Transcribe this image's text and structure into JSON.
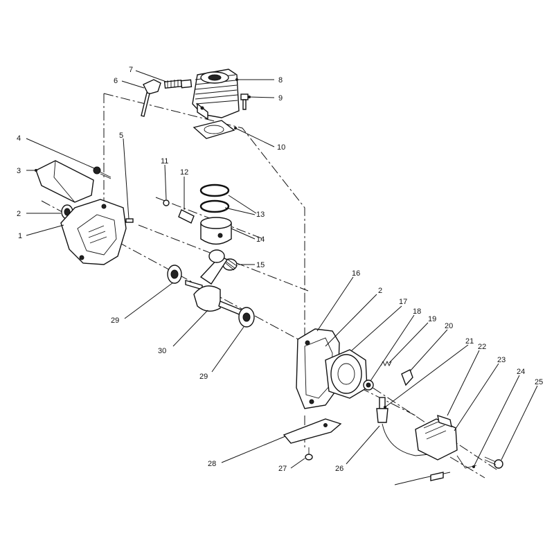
{
  "labels": {
    "l1": "1",
    "l2a": "2",
    "l2b": "2",
    "l3": "3",
    "l4": "4",
    "l5": "5",
    "l6": "6",
    "l7": "7",
    "l8": "8",
    "l9": "9",
    "l10": "10",
    "l11": "11",
    "l12": "12",
    "l13": "13",
    "l14": "14",
    "l15": "15",
    "l16": "16",
    "l17": "17",
    "l18": "18",
    "l19": "19",
    "l20": "20",
    "l21": "21",
    "l22": "22",
    "l23": "23",
    "l24": "24",
    "l25": "25",
    "l26": "26",
    "l27": "27",
    "l28": "28",
    "l29a": "29",
    "l29b": "29",
    "l30": "30"
  }
}
